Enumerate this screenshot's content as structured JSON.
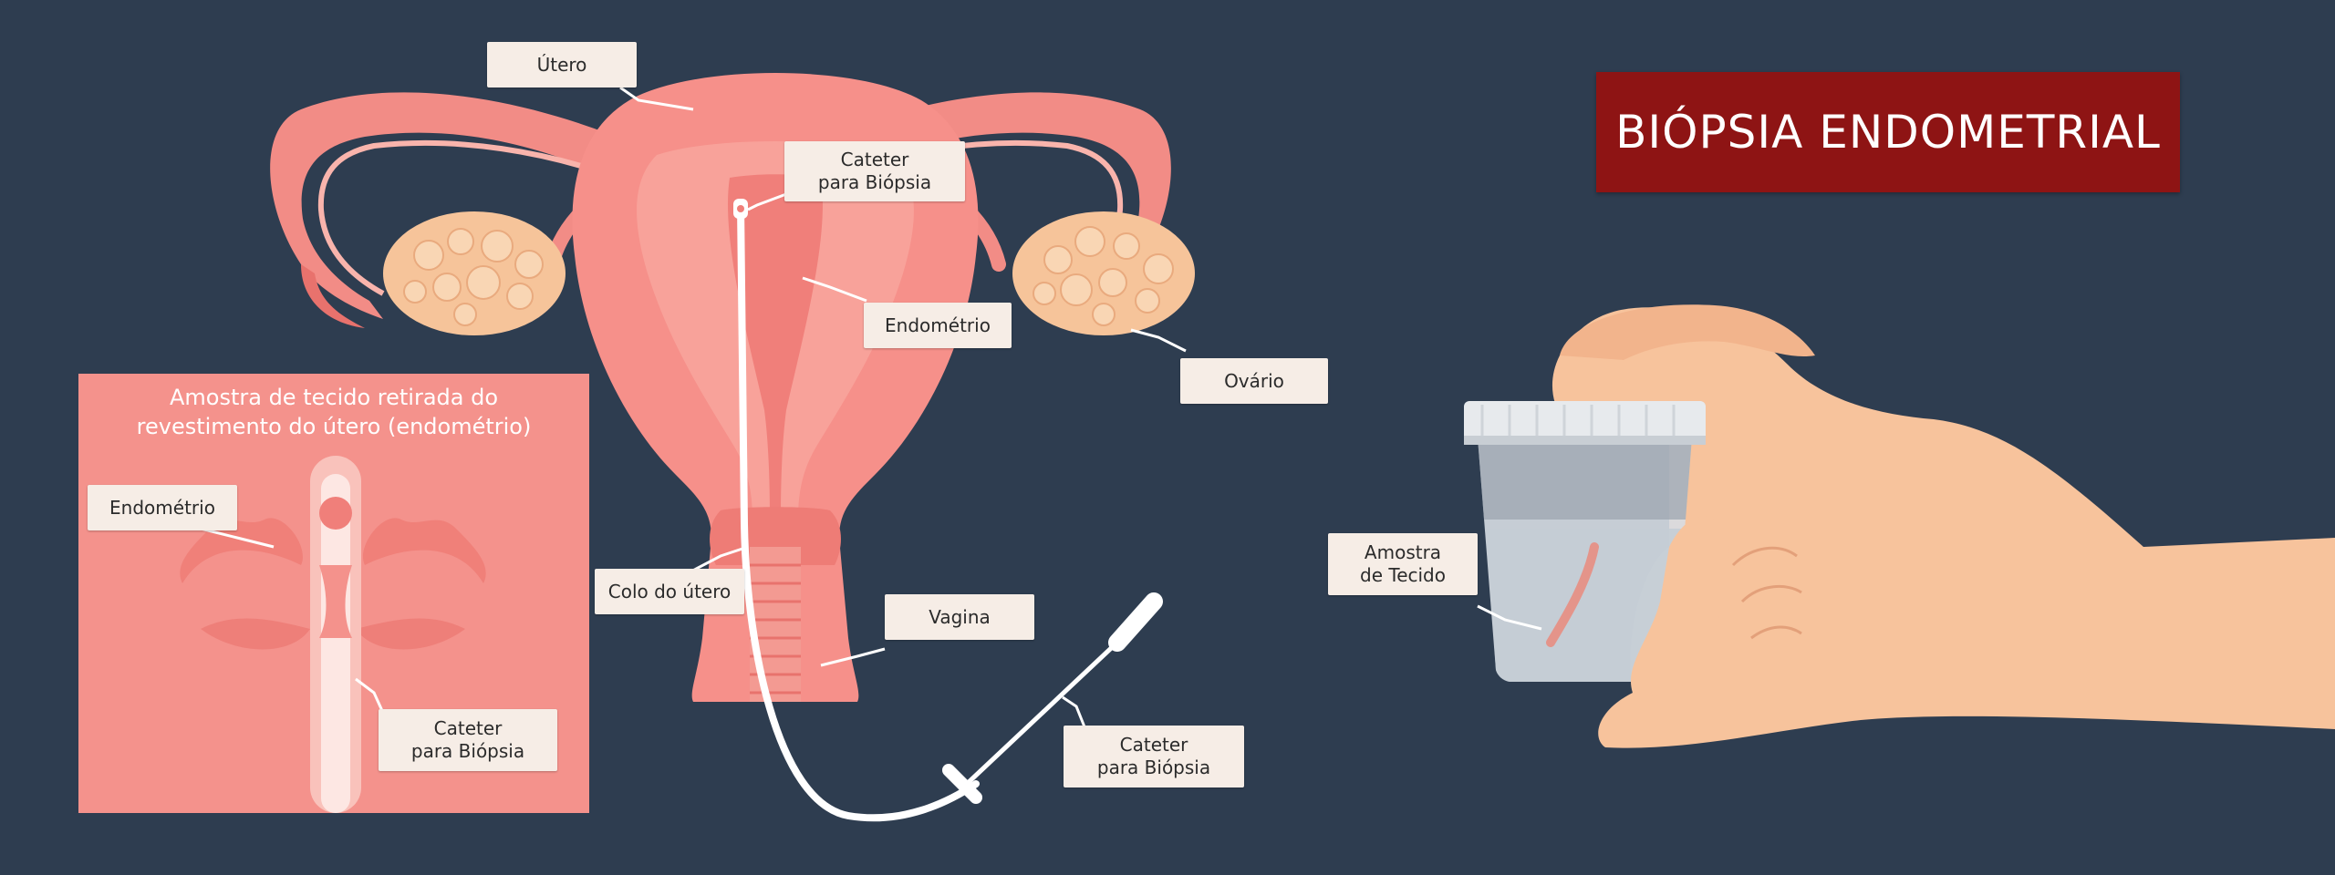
{
  "title": "BIÓPSIA ENDOMETRIAL",
  "inset": {
    "caption_line1": "Amostra de tecido retirada do",
    "caption_line2": "revestimento do útero (endométrio)",
    "label_endometrio": "Endométrio",
    "label_cateter_line1": "Cateter",
    "label_cateter_line2": "para Biópsia"
  },
  "labels": {
    "utero": "Útero",
    "cateter_top_line1": "Cateter",
    "cateter_top_line2": "para Biópsia",
    "endometrio": "Endométrio",
    "ovario": "Ovário",
    "colo": "Colo do útero",
    "vagina": "Vagina",
    "cateter_bottom_line1": "Cateter",
    "cateter_bottom_line2": "para Biópsia",
    "amostra_line1": "Amostra",
    "amostra_line2": "de Tecido"
  },
  "colors": {
    "background": "#2e3d50",
    "banner": "#8e1414",
    "label_bg": "#f6ede6"
  }
}
